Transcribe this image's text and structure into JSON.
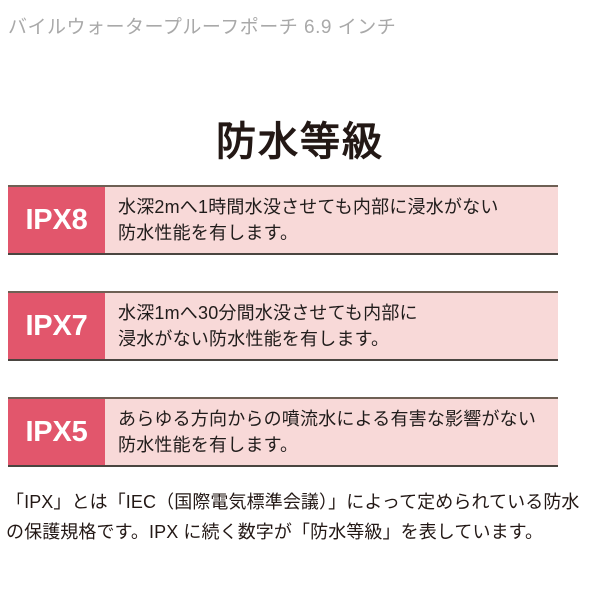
{
  "product": {
    "caption": "バイルウォータープルーフポーチ 6.9 インチ"
  },
  "heading": {
    "title": "防水等級"
  },
  "colors": {
    "badge_bg": "#e2566c",
    "row_bg": "#f8d9d8",
    "border_top": "#6e6054",
    "border_bottom": "#4a4540",
    "title_text": "#231815",
    "caption_text": "#a9a9a9",
    "body_text": "#201c1b",
    "page_bg": "#ffffff"
  },
  "ratings": [
    {
      "badge": "IPX8",
      "line1": "水深2mへ1時間水没させても内部に浸水がない",
      "line2": "防水性能を有します。"
    },
    {
      "badge": "IPX7",
      "line1": "水深1mへ30分間水没させても内部に",
      "line2": "浸水がない防水性能を有します。"
    },
    {
      "badge": "IPX5",
      "line1": "あらゆる方向からの噴流水による有害な影響がない",
      "line2": "防水性能を有します。"
    }
  ],
  "footnote": {
    "line1": "「IPX」とは「IEC（国際電気標準会議）」によって定められている防水",
    "line2": "の保護規格です。IPX に続く数字が「防水等級」を表しています。"
  }
}
